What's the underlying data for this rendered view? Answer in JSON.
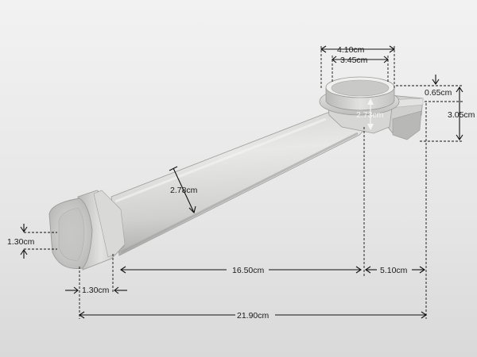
{
  "image": {
    "subject": "pipe-part-photo",
    "colors": {
      "background": "#ececec",
      "part_light": "#e4e4e2",
      "part_mid": "#c8c8c6",
      "part_shadow": "#a9a9a7",
      "dimension_line": "#111111"
    }
  },
  "dimensions": {
    "outlet_outer_diameter": "4.10cm",
    "outlet_inner_diameter": "3.45cm",
    "outlet_collar_height": "0.65cm",
    "bracket_height": "3.05cm",
    "outlet_drop": "2.73cm",
    "tube_width": "2.78cm",
    "inlet_height": "1.30cm",
    "inlet_collar_length": "1.30cm",
    "tube_length": "16.50cm",
    "bracket_length": "5.10cm",
    "total_length": "21.90cm"
  }
}
